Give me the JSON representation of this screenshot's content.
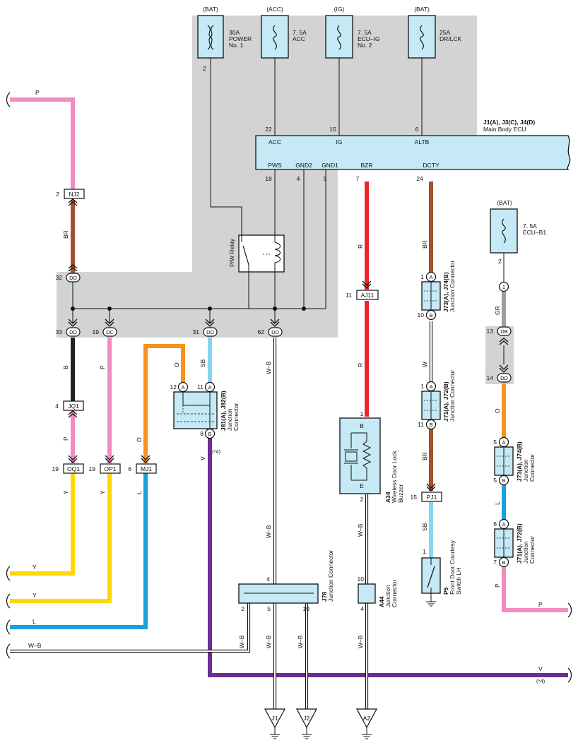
{
  "fuses": [
    {
      "source": "(BAT)",
      "rating": "30A",
      "name": "POWER",
      "name2": "No. 1",
      "pin": "2"
    },
    {
      "source": "(ACC)",
      "rating": "7. 5A",
      "name": "ACC"
    },
    {
      "source": "(IG)",
      "rating": "7. 5A",
      "name": "ECU–IG",
      "name2": "No. 2"
    },
    {
      "source": "(BAT)",
      "rating": "25A",
      "name": "DR/LCK"
    },
    {
      "source": "(BAT)",
      "rating": "7. 5A",
      "name": "ECU–B1",
      "pin": "2"
    }
  ],
  "ecu": {
    "connector": "J1(A), J3(C), J4(D)",
    "name": "Main Body ECU",
    "terminals": {
      "acc": "ACC",
      "ig": "IG",
      "altb": "ALTB",
      "pws": "PWS",
      "gnd2": "GND2",
      "gnd1": "GND1",
      "bzr": "BZR",
      "dcty": "DCTY"
    },
    "pins": {
      "acc": "22",
      "ig": "15",
      "altb": "6",
      "pws": "18",
      "gnd2": "4",
      "gnd1": "5",
      "bzr": "7",
      "dcty": "24"
    }
  },
  "relay": {
    "label": "P/W Relay"
  },
  "connectors": {
    "nj2": {
      "id": "NJ2",
      "pin": "2"
    },
    "jq1": {
      "id": "JQ1",
      "pin": "4"
    },
    "oq1": {
      "id": "OQ1",
      "pin": "19"
    },
    "op1": {
      "id": "OP1",
      "pin": "19"
    },
    "mj1": {
      "id": "MJ1",
      "pin": "6"
    },
    "aj11": {
      "id": "AJ11",
      "pin": "11"
    },
    "pj1": {
      "id": "PJ1",
      "pin": "15"
    },
    "dd32": {
      "id": "DD",
      "pin": "32"
    },
    "dd33": {
      "id": "DD",
      "pin": "33"
    },
    "dc19": {
      "id": "DC",
      "pin": "19"
    },
    "dd31": {
      "id": "DD",
      "pin": "31"
    },
    "dd62": {
      "id": "DD",
      "pin": "62"
    },
    "db13": {
      "id": "DB",
      "pin": "13"
    },
    "dd14": {
      "id": "DD",
      "pin": "14"
    },
    "ecub1_pin": {
      "id": "1"
    }
  },
  "junctions": {
    "j81": {
      "code": "J81(A), J82(B)",
      "name1": "Junction",
      "name2": "Connector",
      "pin_a1": "A",
      "pin_a2": "A",
      "pin_b": "B",
      "num_a1": "12",
      "num_a2": "11",
      "num_b": "8",
      "note": "(*4)"
    },
    "j73c": {
      "code": "J73(A), J74(B)",
      "name": "Junction Connector",
      "pin_a": "A",
      "pin_b": "B",
      "num_a": "1",
      "num_b": "10"
    },
    "j71c": {
      "code": "J71(A), J72(B)",
      "name": "Junction Connector",
      "pin_a": "A",
      "pin_b": "B",
      "num_a": "1",
      "num_b": "11"
    },
    "j73r": {
      "code": "J73(A), J74(B)",
      "name1": "Junction",
      "name2": "Connector",
      "pin_a": "A",
      "pin_b": "B",
      "num_a": "5",
      "num_b": "5"
    },
    "j71r": {
      "code": "J71(A), J72(B)",
      "name1": "Junction",
      "name2": "Connector",
      "pin_a": "A",
      "pin_b": "B",
      "num_a": "6",
      "num_b": "7"
    },
    "j78": {
      "code": "J78",
      "name": "Junction Connector",
      "pin_top": "4",
      "pin_l": "2",
      "pin_m": "5",
      "pin_r": "10"
    },
    "a44": {
      "code": "A44",
      "name1": "Junction",
      "name2": "Connector",
      "pin_top": "10",
      "pin_bot": "4"
    }
  },
  "buzzer": {
    "code": "A34",
    "name1": "Wireless Door Lock",
    "name2": "Buzzer",
    "name3": "",
    "pin_in": "1",
    "pin_out": "2",
    "term_b": "B",
    "term_e": "E"
  },
  "door_switch": {
    "code": "P5",
    "name1": "Front Door Courtesy",
    "name2": "Switch LH",
    "pin": "1"
  },
  "grounds": [
    "J1",
    "J2",
    "A2"
  ],
  "wires": {
    "top_left": "P",
    "nj2_dd": "BR",
    "dd_jq1": "B",
    "jq1_oq1": "P",
    "oq1_out": "Y",
    "y1": "Y",
    "dc_op1": "P",
    "op1_out": "Y",
    "y2": "Y",
    "j81_o": "O",
    "mj1_in": "O",
    "mj1_out": "L",
    "l1": "L",
    "wb_left": "W–B",
    "dd_j81": "SB",
    "j81_v": "V",
    "dd62_down": "W–B",
    "dd62_down2": "W–B",
    "j78_l": "W–B",
    "j78_m": "W–B",
    "j78_r": "W–B",
    "bzr_r1": "R",
    "bzr_r2": "R",
    "buzzer_wb": "W–B",
    "a44_wb": "W–B",
    "dcty_br": "BR",
    "j73_w": "W",
    "j71_br": "BR",
    "pj1_sb": "SB",
    "gr": "GR",
    "dd_o": "O",
    "j73_l": "L",
    "j71_p": "P",
    "p_right": "P",
    "v_right": "V",
    "v_note": "(*4)"
  }
}
